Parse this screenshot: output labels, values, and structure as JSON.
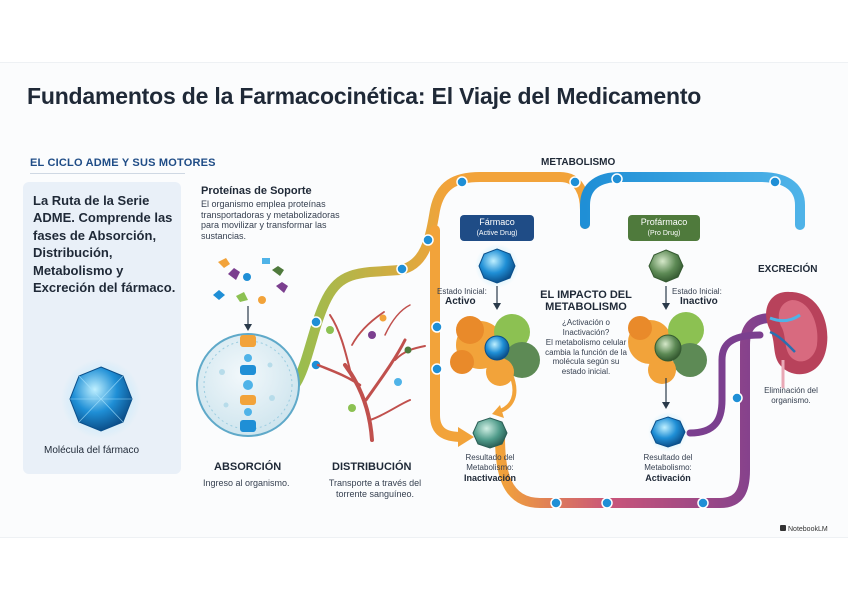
{
  "title": "Fundamentos de la Farmacocinética: El Viaje del Medicamento",
  "section_label": "EL CICLO ADME Y SUS MOTORES",
  "intro_text": "La Ruta de la Serie ADME. Comprende las fases de Absorción, Distribución, Metabolismo y Excreción del fármaco.",
  "molecule_label": "Molécula del fármaco",
  "support_proteins": {
    "heading": "Proteínas de Soporte",
    "text": "El organismo emplea proteínas transportadoras y metabolizadoras para movilizar y transformar las sustancias."
  },
  "absorption": {
    "title": "ABSORCIÓN",
    "text": "Ingreso al organismo."
  },
  "distribution": {
    "title": "DISTRIBUCIÓN",
    "text": "Transporte a través del torrente sanguíneo."
  },
  "metabolism_label": "METABOLISMO",
  "active_drug": {
    "label": "Fármaco",
    "sub": "(Active Drug)",
    "state_label": "Estado Inicial:",
    "state": "Activo"
  },
  "prodrug": {
    "label": "Profármaco",
    "sub": "(Pro Drug)",
    "state_label": "Estado Inicial:",
    "state": "Inactivo"
  },
  "impact": {
    "title": "EL IMPACTO DEL METABOLISMO",
    "question": "¿Activación o Inactivación?",
    "text": "El metabolismo celular cambia la función de la molécula según su estado inicial."
  },
  "result_active": {
    "label": "Resultado del Metabolismo:",
    "value": "Inactivación"
  },
  "result_prodrug": {
    "label": "Resultado del Metabolismo:",
    "value": "Activación"
  },
  "excretion": {
    "title": "EXCRECIÓN",
    "text": "Eliminación del organismo."
  },
  "watermark": "NotebookLM",
  "colors": {
    "title": "#1f2937",
    "accent_blue": "#1f4c86",
    "path_green": "#8cc152",
    "path_orange": "#f2a33a",
    "path_blue": "#1f8fd6",
    "path_purple": "#7b3f8f",
    "prodrug_green": "#4f7a3c"
  },
  "icons": [
    "drug-molecule-icon",
    "cell-icon",
    "blood-vessels-icon",
    "enzyme-icon",
    "kidney-icon",
    "transporter-protein-icon"
  ]
}
